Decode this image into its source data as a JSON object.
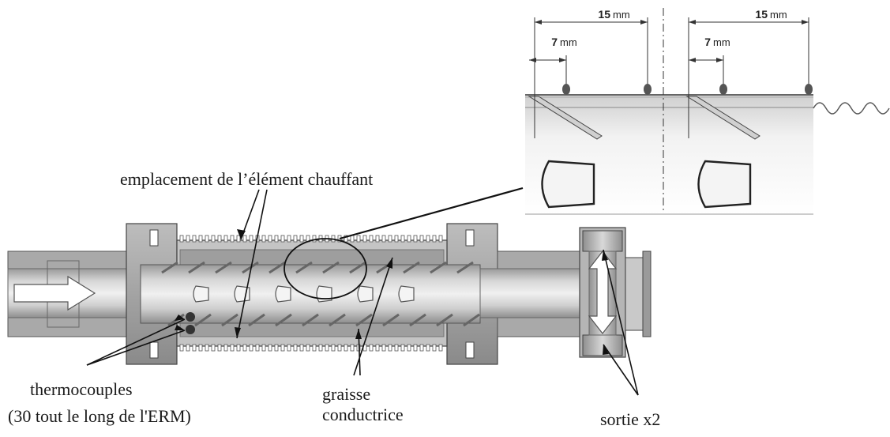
{
  "labels": {
    "heating_element": "emplacement de l’élément chauffant",
    "thermocouples": "thermocouples",
    "thermocouples_note": "(30 tout le long de l'ERM)",
    "grease_line1": "graisse",
    "grease_line2": "conductrice",
    "outlet": "sortie x2"
  },
  "inset": {
    "dim_left_15_num": "15",
    "dim_left_15_unit": "mm",
    "dim_left_7_num": "7",
    "dim_left_7_unit": "mm",
    "dim_right_15_num": "15",
    "dim_right_15_unit": "mm",
    "dim_right_7_num": "7",
    "dim_right_7_unit": "mm"
  }
}
